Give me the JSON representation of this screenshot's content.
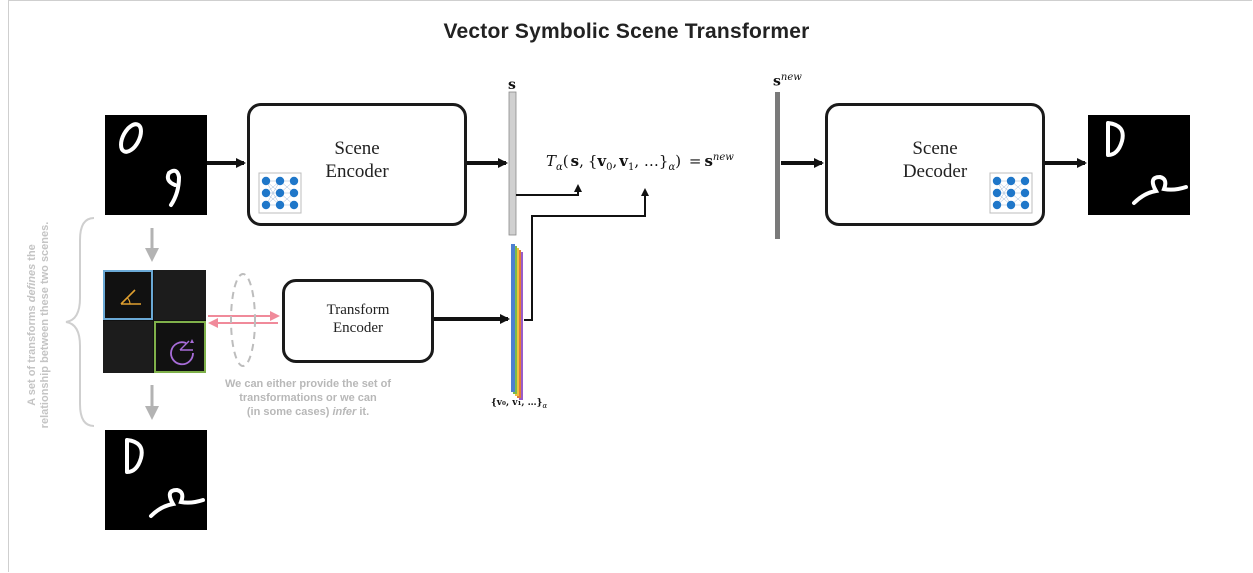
{
  "title": "Vector Symbolic Scene Transformer",
  "scene_encoder": {
    "line1": "Scene",
    "line2": "Encoder"
  },
  "scene_decoder": {
    "line1": "Scene",
    "line2": "Decoder"
  },
  "transform_encoder": {
    "line1": "Transform",
    "line2": "Encoder"
  },
  "scene_vector_label": "s",
  "new_vector_label": {
    "base": "s",
    "sup": "new"
  },
  "formula": {
    "t": "T",
    "alpha": "α",
    "open": "(",
    "s": "s",
    "comma": ",",
    "set_open": "{",
    "v": "v",
    "sub0": "0",
    "sub1": "1",
    "ellipsis": ", …}",
    "close": ")",
    "equals": "=",
    "sup_new": "new"
  },
  "transform_vector_label": {
    "text": "{v₀, v₁, …}",
    "sub": "α"
  },
  "side_note": {
    "part1": "A set of transforms ",
    "emph": "defines",
    "part2": " the relationship between these two scenes."
  },
  "infer_note": {
    "line1": "We can either provide the set of",
    "line2": "transformations or we can",
    "line3_pre": "(in some cases) ",
    "line3_emph": "infer",
    "line3_post": " it."
  },
  "colors": {
    "accent_blue": "#1f77c9",
    "arrow_gray": "#b3b3b3",
    "pink_arrow": "#f08a9a",
    "cell_blue_border": "#6aa9d6",
    "cell_green_border": "#7fb04a",
    "angle_icon_color": "#e0a030",
    "rotation_icon_color": "#a76cd8",
    "stack_colors": [
      "#4d7fd1",
      "#7dbb4a",
      "#f0c23c",
      "#e07b3a",
      "#9a5cc8"
    ]
  },
  "icons": [
    "neural-network-icon",
    "angle-icon",
    "rotation-icon"
  ]
}
